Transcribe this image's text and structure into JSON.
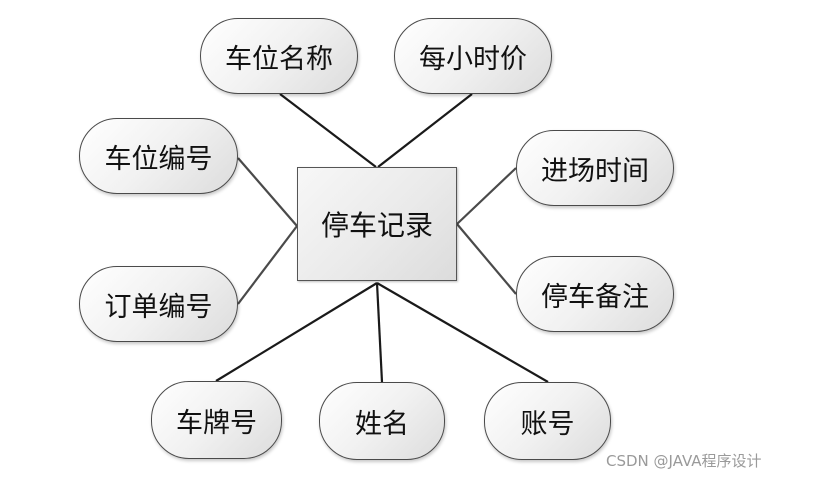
{
  "entity": {
    "label": "停车记录"
  },
  "attributes": {
    "slot_name": "车位名称",
    "hour_price": "每小时价",
    "slot_no": "车位编号",
    "entry_time": "进场时间",
    "order_no": "订单编号",
    "remark": "停车备注",
    "plate": "车牌号",
    "name": "姓名",
    "account": "账号"
  },
  "watermark": "CSDN @JAVA程序设计",
  "colors": {
    "line": "#1a1a1a",
    "border": "#4a4a4a",
    "watermark": "#9a9a9a"
  }
}
